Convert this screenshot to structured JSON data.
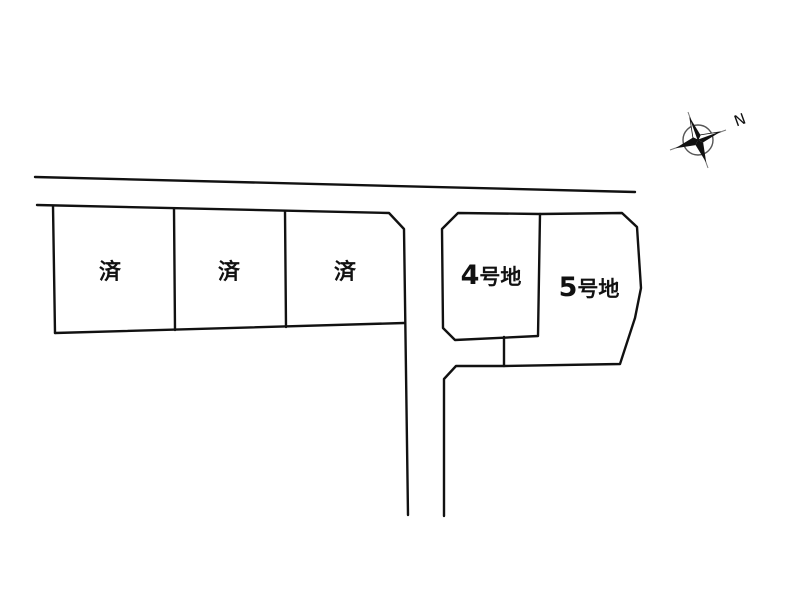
{
  "lots": [
    {
      "id": "lot-1",
      "status": "sold",
      "label": "済"
    },
    {
      "id": "lot-2",
      "status": "sold",
      "label": "済"
    },
    {
      "id": "lot-3",
      "status": "sold",
      "label": "済"
    },
    {
      "id": "lot-4",
      "status": "available",
      "number": "4",
      "suffix": "号地"
    },
    {
      "id": "lot-5",
      "status": "available",
      "number": "5",
      "suffix": "号地"
    }
  ],
  "compass": {
    "label": "N",
    "icon": "compass-rose-icon"
  },
  "colors": {
    "line": "#111111",
    "background": "#ffffff"
  }
}
